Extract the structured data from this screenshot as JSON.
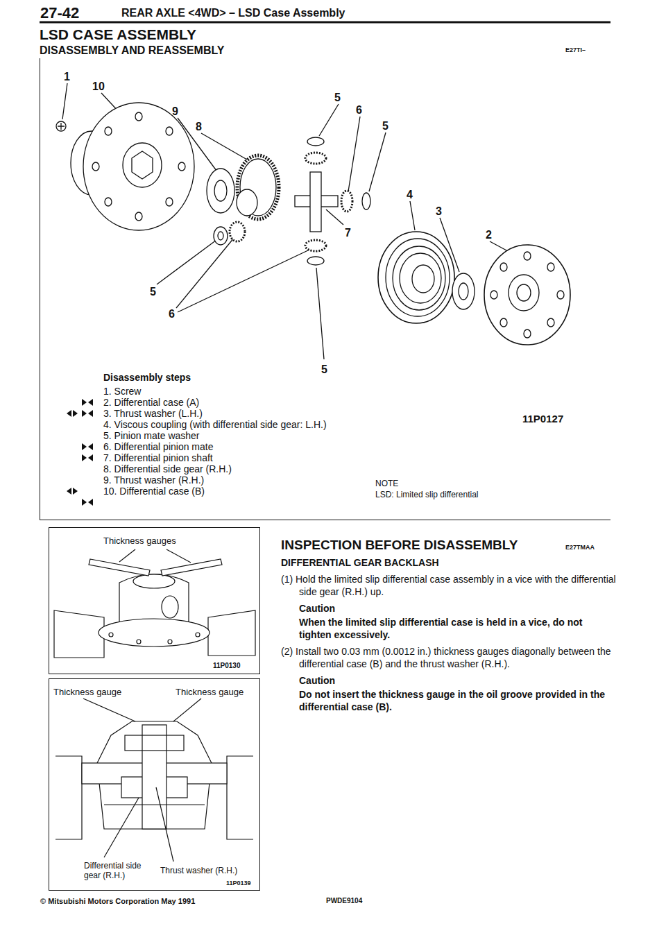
{
  "diagram": {
    "title": "LSD CASE ASSEMBLY",
    "nodes": [
      {
        "text": [
          "Disassembly steps",
          "1. Screw",
          "2. Differential case (A)",
          "3. Thrust washer (L.H.)",
          "4. Viscous coupling (with differential side gear: L.H.)",
          "5. Pinion mate washer",
          "6. Differential pinion mate",
          "7. Differential pinion shaft",
          "8. Differential side gear (R.H.)",
          "9. Thrust washer (R.H.)",
          "10. Differential case (B)",
          "11P0127",
          "NOTE",
          "LSD: Limited slip differential"
        ]
      },
      {
        "text": [
          "Thickness gauges",
          "11P0130"
        ]
      },
      {
        "text": [
          "Thickness gauge",
          "Thickness gauge",
          "Differential side gear (R.H.)",
          "Thrust washer (R.H.)",
          "11P0139"
        ]
      }
    ],
    "labels": [
      "27-42",
      "REAR AXLE <4WD> – LSD Case Assembly",
      "DISASSEMBLY AND REASSEMBLY",
      "E27TI–",
      "1",
      "10",
      "9",
      "8",
      "5",
      "6",
      "5",
      "4",
      "3",
      "2",
      "7",
      "5",
      "6",
      "5",
      "INSPECTION BEFORE DISASSEMBLY",
      "E27TMAA",
      "DIFFERENTIAL GEAR BACKLASH",
      "(1) Hold the limited slip differential case assembly in a vice with the differential side gear (R.H.) up.",
      "Caution",
      "When the limited slip differential case is held in a vice, do not tighten excessively.",
      "(2) Install two 0.03 mm (0.0012 in.) thickness gauges diagonally between the differential case (B) and the thrust washer (R.H.).",
      "Caution",
      "Do not insert the thickness gauge in the oil groove provided in the differential case (B).",
      "© Mitsubishi Motors Corporation May 1991",
      "PWDE9104"
    ]
  }
}
